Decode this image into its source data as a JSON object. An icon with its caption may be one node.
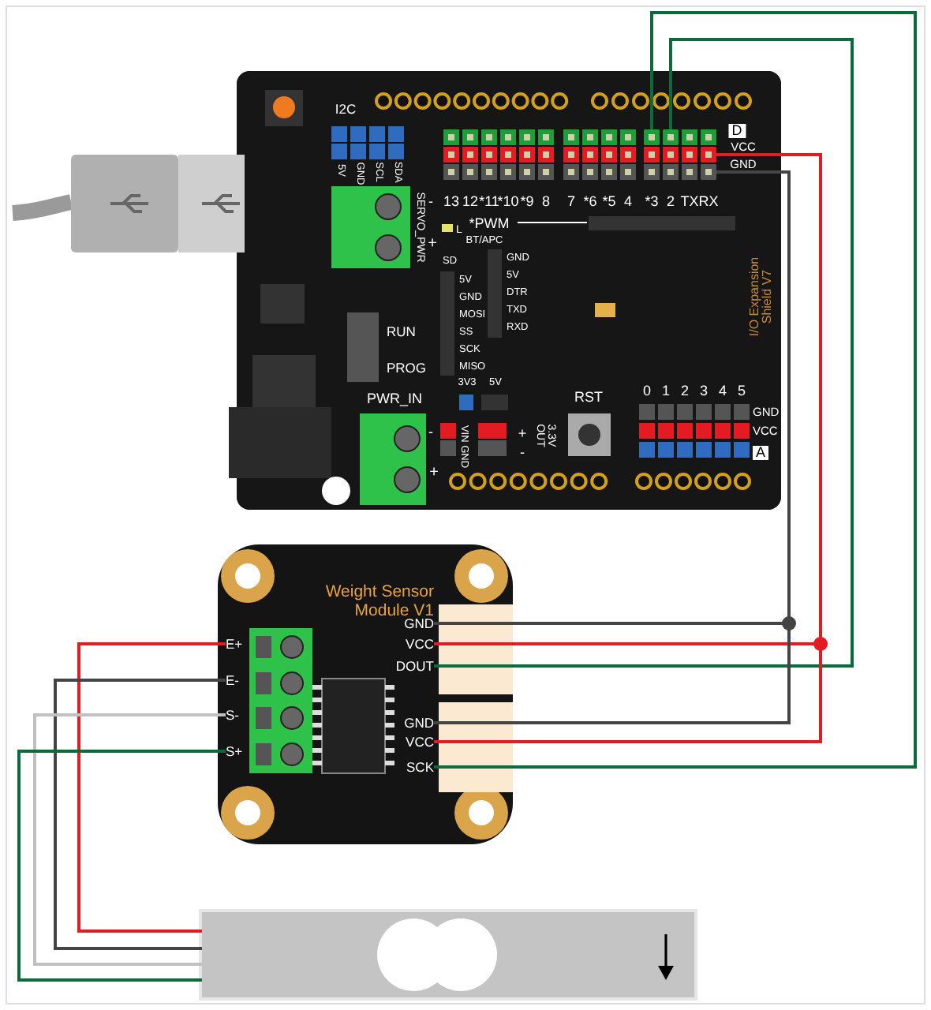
{
  "diagram": {
    "nodes": [
      {
        "text": [],
        "shape": "box"
      },
      {
        "text": [],
        "shape": "box",
        "in": 0
      },
      {
        "text": [],
        "shape": "box",
        "in": 0
      },
      {
        "text": [],
        "shape": "box",
        "in": 0
      },
      {
        "text": [],
        "shape": "box",
        "in": 0
      },
      {
        "text": [
          "Weight Sensor Module V1"
        ]
      },
      {
        "text": [
          "E+"
        ],
        "in": 5
      },
      {
        "text": [
          "E-"
        ],
        "in": 5
      },
      {
        "text": [
          "S-"
        ],
        "in": 5
      },
      {
        "text": [
          "S+"
        ],
        "in": 5
      },
      {
        "text": [
          "GND"
        ],
        "in": 5
      },
      {
        "text": [
          "VCC"
        ],
        "in": 5
      },
      {
        "text": [
          "DOUT"
        ],
        "in": 5
      },
      {
        "text": [
          "GND"
        ],
        "in": 5
      },
      {
        "text": [
          "VCC"
        ],
        "in": 5
      },
      {
        "text": [
          "SCK"
        ],
        "in": 5
      },
      {
        "text": [],
        "shape": "bar"
      }
    ],
    "edges": [
      {
        "from": 2,
        "to": 12,
        "arrow": "none",
        "color": "#0b6b3a"
      },
      {
        "from": 1,
        "to": 15,
        "arrow": "none",
        "color": "#0b6b3a"
      },
      {
        "from": 3,
        "to": 11,
        "arrow": "none",
        "color": "#e31b23"
      },
      {
        "from": 3,
        "to": 14,
        "arrow": "none",
        "color": "#e31b23"
      },
      {
        "from": 4,
        "to": 10,
        "arrow": "none",
        "color": "#444444"
      },
      {
        "from": 4,
        "to": 13,
        "arrow": "none",
        "color": "#444444"
      },
      {
        "from": 16,
        "to": 6,
        "arrow": "none",
        "color": "#e31b23"
      },
      {
        "from": 16,
        "to": 7,
        "arrow": "none",
        "color": "#444444"
      },
      {
        "from": 16,
        "to": 8,
        "arrow": "none",
        "color": "#c0c0c0"
      },
      {
        "from": 16,
        "to": 9,
        "arrow": "none",
        "color": "#0b6b3a"
      }
    ],
    "labels": [
      "I2C",
      "5V",
      "GND",
      "SCL",
      "SDA",
      "D",
      "VCC",
      "GND",
      "13",
      "12",
      "*11",
      "*10",
      "*9",
      "8",
      "7",
      "*6",
      "*5",
      "4",
      "*3",
      "2",
      "TX",
      "RX",
      "SERVO_PWR",
      "-",
      "+",
      "L",
      "*PWM",
      "BT/APC",
      "GND",
      "5V",
      "DTR",
      "TXD",
      "RXD",
      "SD",
      "5V",
      "GND",
      "MOSI",
      "SS",
      "SCK",
      "MISO",
      "RUN",
      "PROG",
      "PWR_IN",
      "-",
      "+",
      "3V3",
      "5V",
      "VIN GND",
      "+",
      "-",
      "3.3V OUT",
      "RST",
      "0",
      "1",
      "2",
      "3",
      "4",
      "5",
      "GND",
      "VCC",
      "A",
      "I/O Expansion Shield V7"
    ]
  }
}
